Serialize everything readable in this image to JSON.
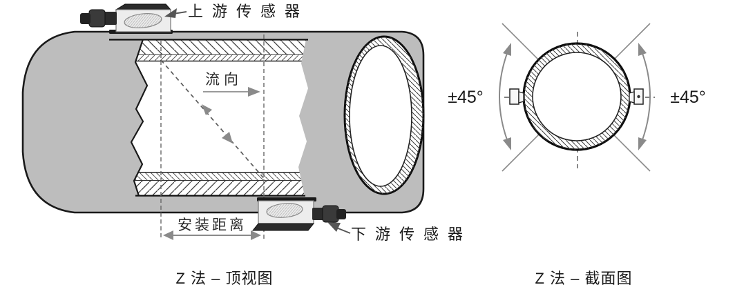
{
  "left_view": {
    "caption": "Z 法 – 顶视图",
    "labels": {
      "upstream_sensor": "上游传感器",
      "downstream_sensor": "下游传感器",
      "flow_direction": "流向",
      "install_distance": "安装距离"
    }
  },
  "cross_section_view": {
    "caption": "Z 法 – 截面图",
    "angle_label_left": "±45°",
    "angle_label_right": "±45°"
  },
  "icons": {
    "flow_arrow": "right-arrow",
    "beam_arrows": "bidirectional-diagonal-arrows",
    "dimension_arrow": "double-headed-horizontal-arrow",
    "swing_arcs": "curved-double-headed-arrows",
    "pointer_arrows": "label-pointer-arrows"
  },
  "colors": {
    "background": "#ffffff",
    "pipe_body": "#bdbdbd",
    "outline": "#1a1a1a",
    "sensor_body": "#ededed",
    "sensor_dark": "#2b2b2b",
    "arrow_gray": "#8a8a8a",
    "dash_gray": "#666666"
  }
}
